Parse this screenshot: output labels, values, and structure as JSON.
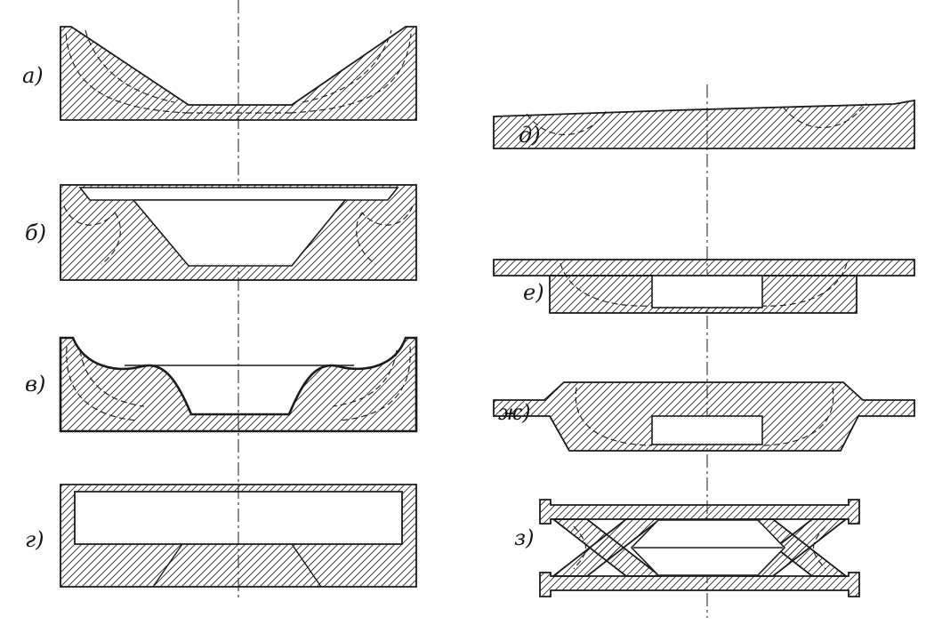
{
  "figures": [
    {
      "id": "a",
      "label": "а)"
    },
    {
      "id": "b",
      "label": "б)"
    },
    {
      "id": "v",
      "label": "в)"
    },
    {
      "id": "g",
      "label": "г)"
    },
    {
      "id": "d",
      "label": "д)"
    },
    {
      "id": "e",
      "label": "е)"
    },
    {
      "id": "zh",
      "label": "ж)"
    },
    {
      "id": "z",
      "label": "з)"
    }
  ],
  "colors": {
    "line": "#1b1b1b",
    "background": "#ffffff"
  }
}
